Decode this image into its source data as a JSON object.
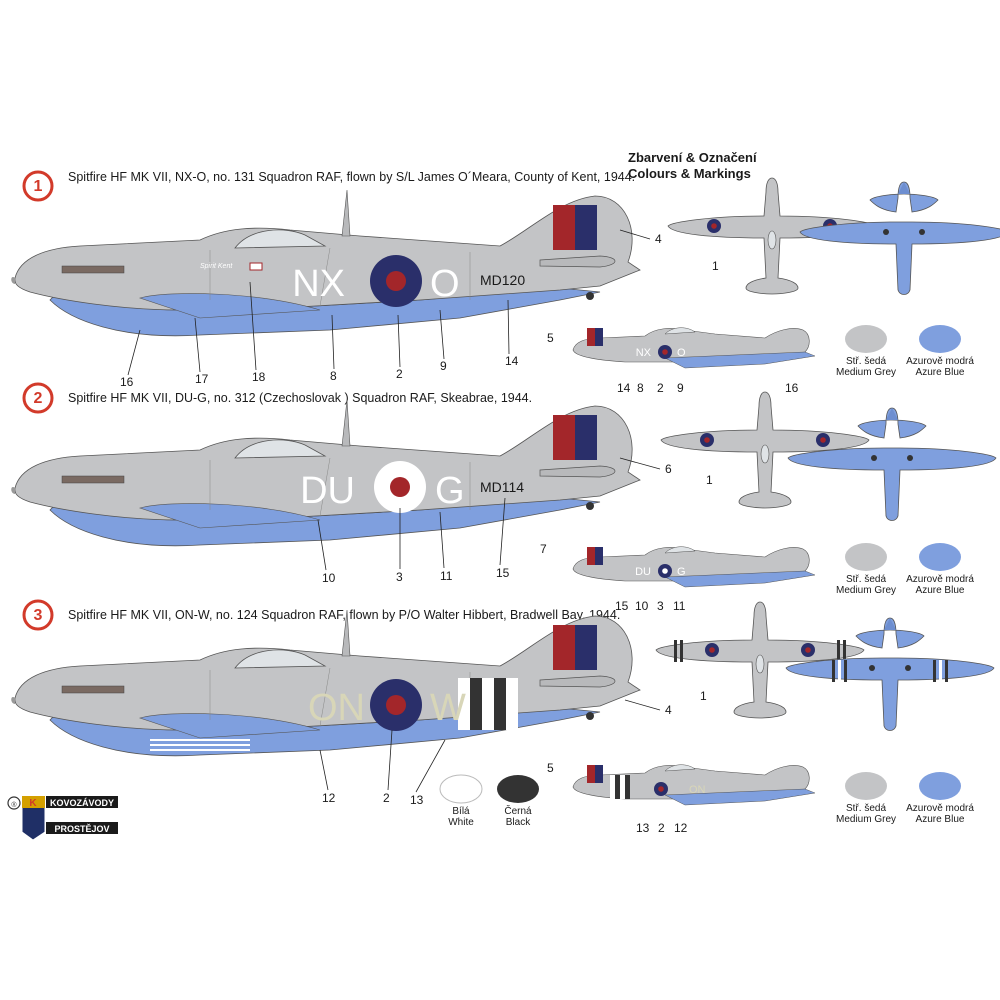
{
  "header": {
    "title_cz": "Zbarvení & Označení",
    "title_en": "Colours & Markings"
  },
  "colors": {
    "medium_grey": "#c3c4c6",
    "azure_blue": "#7f9fde",
    "roundel_blue": "#2a2f6a",
    "roundel_red": "#a3262a",
    "white": "#ffffff",
    "black": "#333333",
    "profile_number_red": "#d23a2a"
  },
  "schemes": [
    {
      "number": "1",
      "title": "Spitfire HF MK VII, NX-O, no. 131 Squadron RAF, flown by S/L James O´Meara, County of Kent, 1944.",
      "code_left": "NX",
      "code_right": "O",
      "serial": "MD120",
      "nose_name": "Spirit Kent",
      "callouts_profile": [
        "16",
        "17",
        "18",
        "8",
        "2",
        "9",
        "14",
        "4"
      ],
      "callouts_small": [
        "5",
        "14",
        "8",
        "2",
        "9",
        "16"
      ],
      "callout_planview": "1",
      "swatches": [
        {
          "cz": "Stř. šedá",
          "en": "Medium Grey",
          "color": "medium_grey"
        },
        {
          "cz": "Azurově modrá",
          "en": "Azure Blue",
          "color": "azure_blue"
        }
      ]
    },
    {
      "number": "2",
      "title": "Spitfire HF MK VII, DU-G, no. 312 (Czechoslovak ) Squadron RAF, Skeabrae, 1944.",
      "code_left": "DU",
      "code_right": "G",
      "serial": "MD114",
      "callouts_profile": [
        "10",
        "3",
        "11",
        "15",
        "6"
      ],
      "callouts_small": [
        "7",
        "15",
        "10",
        "3",
        "11"
      ],
      "callout_planview": "1",
      "swatches": [
        {
          "cz": "Stř. šedá",
          "en": "Medium Grey",
          "color": "medium_grey"
        },
        {
          "cz": "Azurově modrá",
          "en": "Azure Blue",
          "color": "azure_blue"
        }
      ]
    },
    {
      "number": "3",
      "title": "Spitfire HF MK VII, ON-W, no. 124 Squadron RAF, flown by P/O Walter Hibbert, Bradwell Bay, 1944.",
      "code_left": "ON",
      "code_right": "W",
      "callouts_profile": [
        "12",
        "2",
        "13",
        "4"
      ],
      "callouts_small": [
        "5",
        "13",
        "2",
        "12"
      ],
      "callout_planview": "1",
      "swatches_bw": [
        {
          "cz": "Bílá",
          "en": "White",
          "color": "white"
        },
        {
          "cz": "Černá",
          "en": "Black",
          "color": "black"
        }
      ],
      "swatches": [
        {
          "cz": "Stř. šedá",
          "en": "Medium Grey",
          "color": "medium_grey"
        },
        {
          "cz": "Azurově modrá",
          "en": "Azure Blue",
          "color": "azure_blue"
        }
      ]
    }
  ],
  "logo": {
    "line1": "KOVOZÁVODY",
    "line2": "PROSTĚJOV",
    "mark": "K"
  }
}
